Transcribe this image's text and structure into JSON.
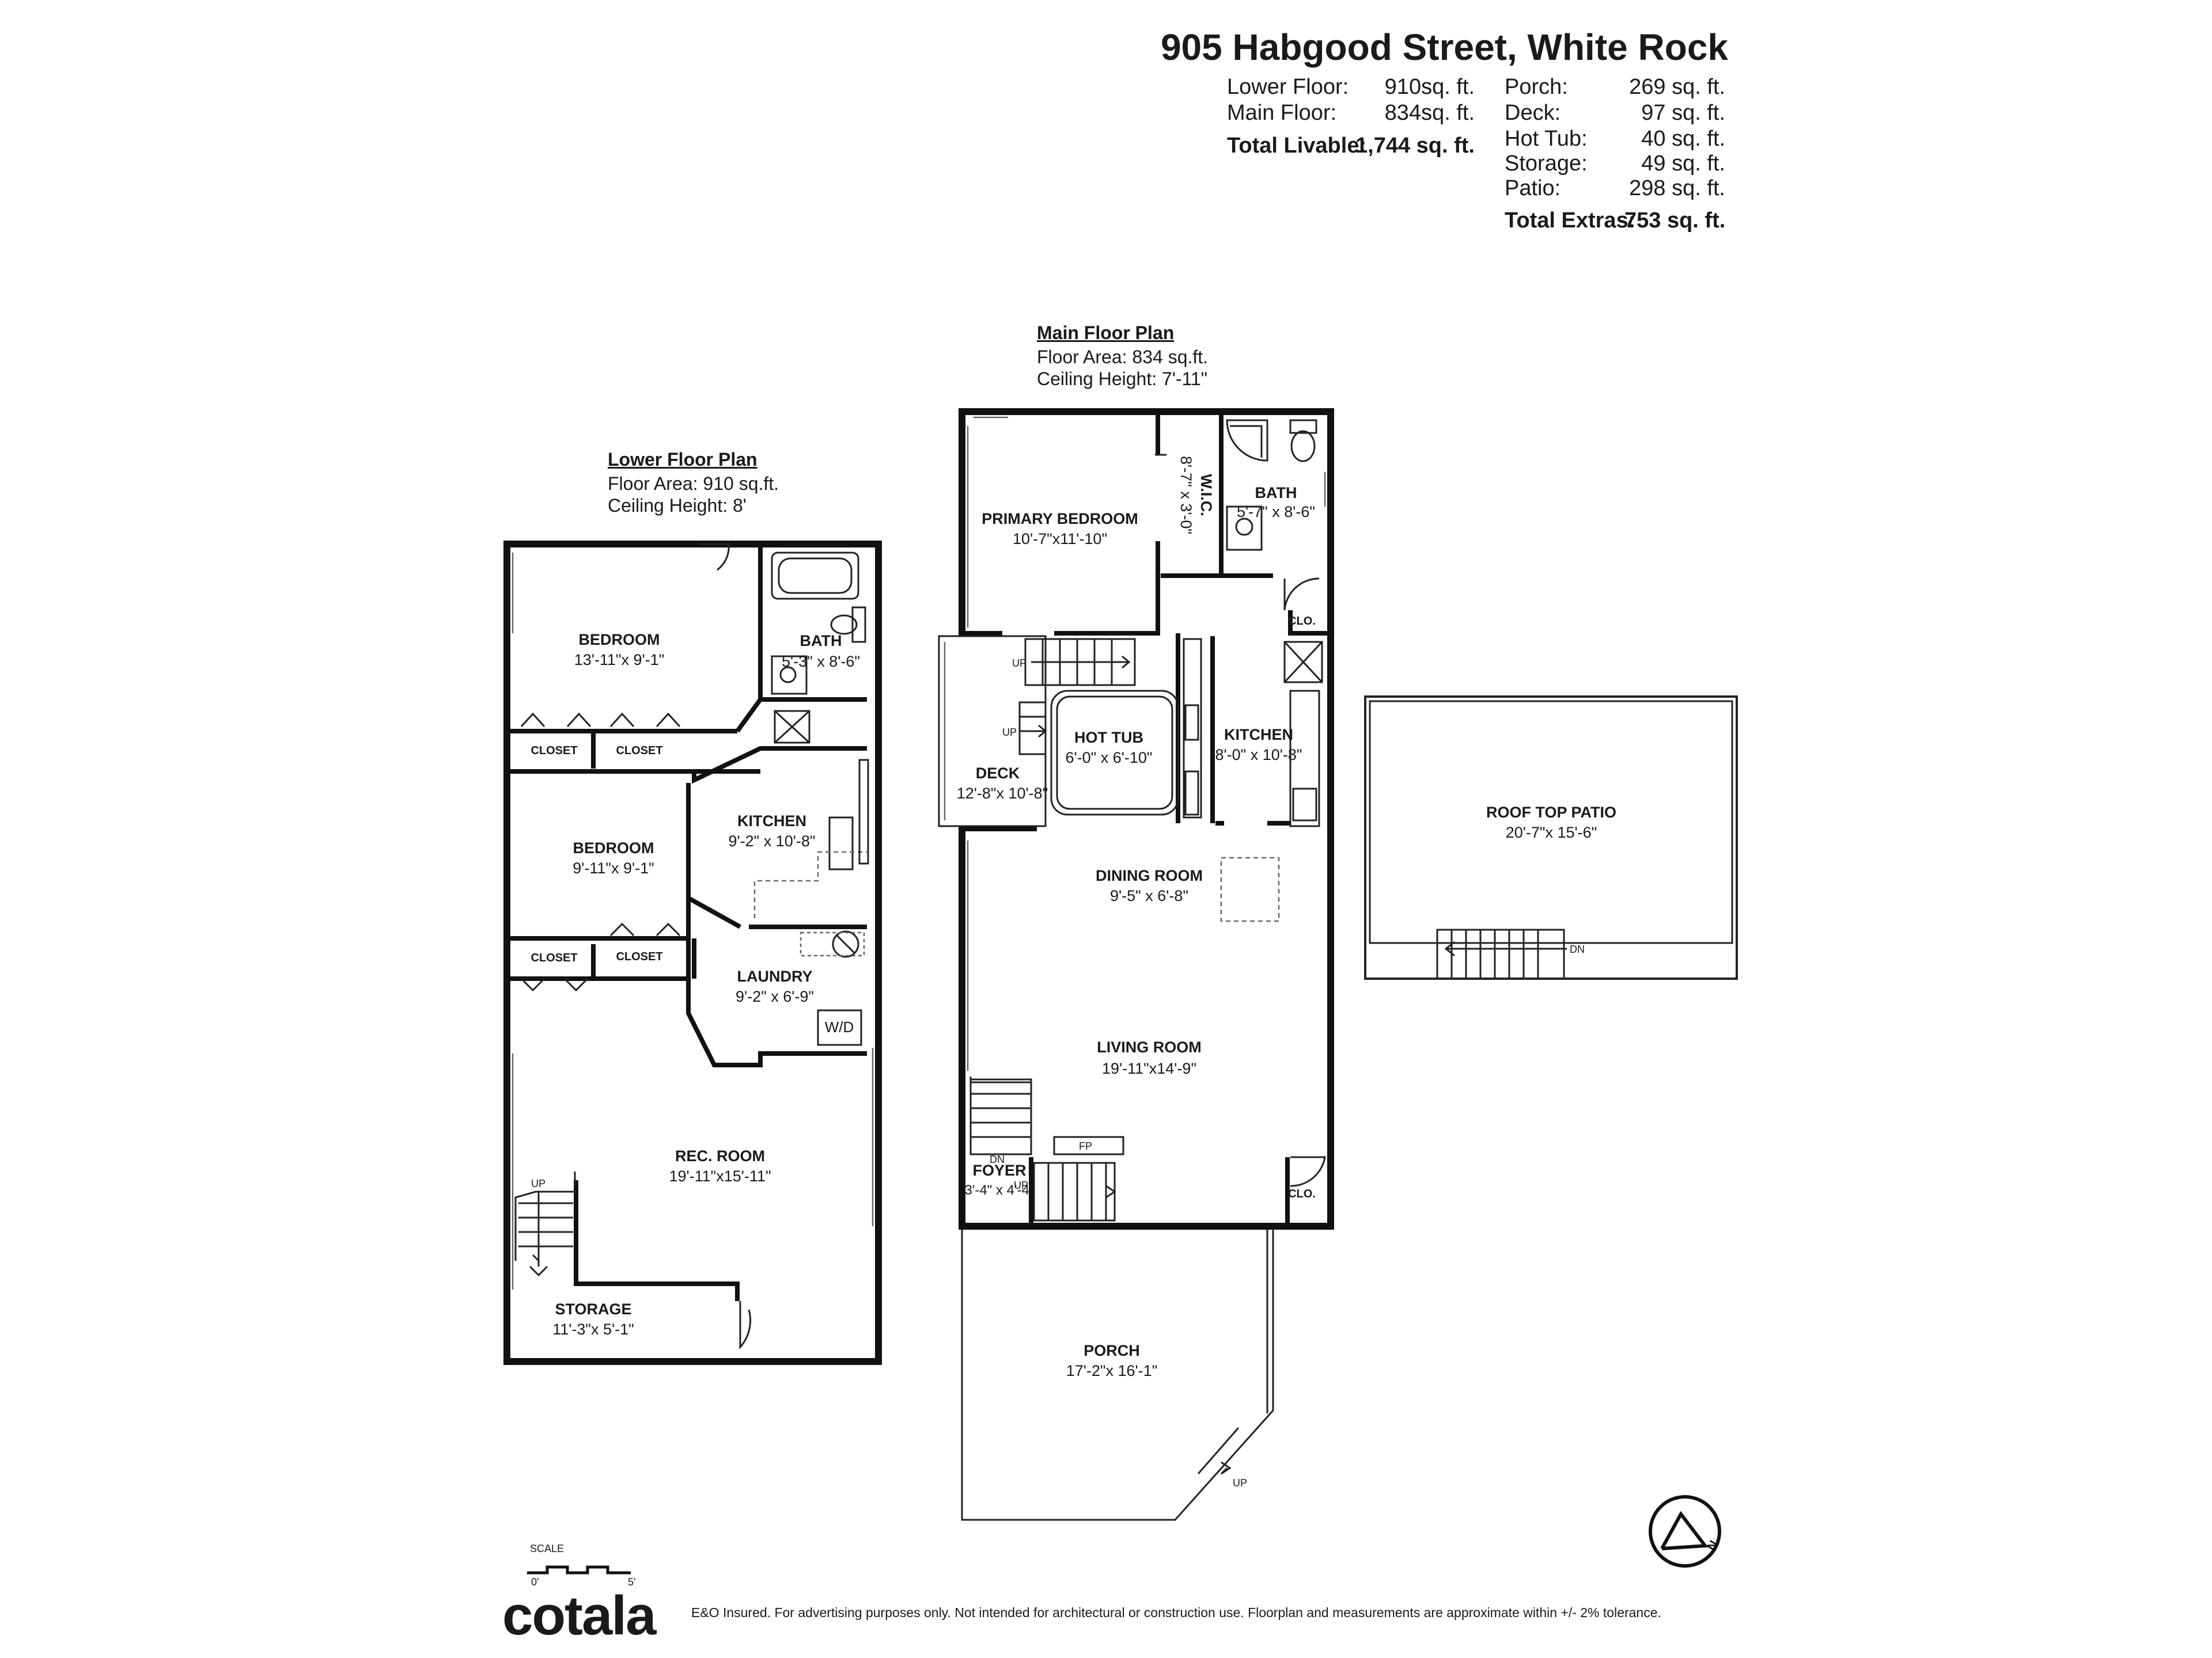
{
  "header": {
    "address": "905 Habgood Street, White Rock",
    "areas": [
      {
        "label": "Lower Floor:",
        "value": "910sq. ft."
      },
      {
        "label": "Main Floor:",
        "value": "834sq. ft."
      }
    ],
    "total_livable": {
      "label": "Total Livable:",
      "value": "1,744 sq. ft."
    },
    "extras": [
      {
        "label": "Porch:",
        "value": "269 sq. ft."
      },
      {
        "label": "Deck:",
        "value": "97 sq. ft."
      },
      {
        "label": "Hot Tub:",
        "value": "40 sq. ft."
      },
      {
        "label": "Storage:",
        "value": "49 sq. ft."
      },
      {
        "label": "Patio:",
        "value": "298 sq. ft."
      }
    ],
    "total_extras": {
      "label": "Total Extras:",
      "value": "753 sq. ft."
    }
  },
  "lower_plan": {
    "title": "Lower Floor Plan",
    "floor_area": "Floor Area: 910 sq.ft.",
    "ceiling": "Ceiling Height: 8'",
    "rooms": [
      {
        "name": "BEDROOM",
        "dims": "13'-11\"x 9'-1\""
      },
      {
        "name": "BATH",
        "dims": "5'-3\" x 8'-6\""
      },
      {
        "name": "BEDROOM",
        "dims": "9'-11\"x 9'-1\""
      },
      {
        "name": "KITCHEN",
        "dims": "9'-2\" x 10'-8\""
      },
      {
        "name": "LAUNDRY",
        "dims": "9'-2\" x 6'-9\""
      },
      {
        "name": "REC. ROOM",
        "dims": "19'-11\"x15'-11\""
      },
      {
        "name": "STORAGE",
        "dims": "11'-3\"x 5'-1\""
      }
    ],
    "closets": [
      "CLOSET",
      "CLOSET",
      "CLOSET",
      "CLOSET"
    ],
    "wd": "W/D",
    "up": "UP"
  },
  "main_plan": {
    "title": "Main Floor Plan",
    "floor_area": "Floor Area: 834 sq.ft.",
    "ceiling": "Ceiling Height: 7'-11\"",
    "rooms": [
      {
        "name": "PRIMARY BEDROOM",
        "dims": "10'-7\"x11'-10\""
      },
      {
        "name": "W.I.C.",
        "dims": "8'-7\" x 3'-0\""
      },
      {
        "name": "BATH",
        "dims": "5'-7\" x 8'-6\""
      },
      {
        "name": "HOT TUB",
        "dims": "6'-0\" x 6'-10\""
      },
      {
        "name": "DECK",
        "dims": "12'-8\"x 10'-8\""
      },
      {
        "name": "KITCHEN",
        "dims": "8'-0\" x 10'-8\""
      },
      {
        "name": "DINING ROOM",
        "dims": "9'-5\" x 6'-8\""
      },
      {
        "name": "LIVING ROOM",
        "dims": "19'-11\"x14'-9\""
      },
      {
        "name": "FOYER",
        "dims": "3'-4\" x 4'-4\""
      },
      {
        "name": "PORCH",
        "dims": "17'-2\"x 16'-1\""
      }
    ],
    "clo": [
      "CLO.",
      "CLO."
    ],
    "fp": "FP",
    "up": "UP",
    "dn": "DN"
  },
  "roof_patio": {
    "name": "ROOF TOP PATIO",
    "dims": "20'-7\"x 15'-6\"",
    "dn": "DN"
  },
  "scale": {
    "label": "SCALE",
    "zero": "0'",
    "five": "5'"
  },
  "compass": "N",
  "footer": {
    "brand": "cotala",
    "insured": "E&O Insured.",
    "disclaimer": "For advertising purposes only. Not intended for architectural or construction use. Floorplan and measurements are approximate within +/- 2% tolerance."
  }
}
